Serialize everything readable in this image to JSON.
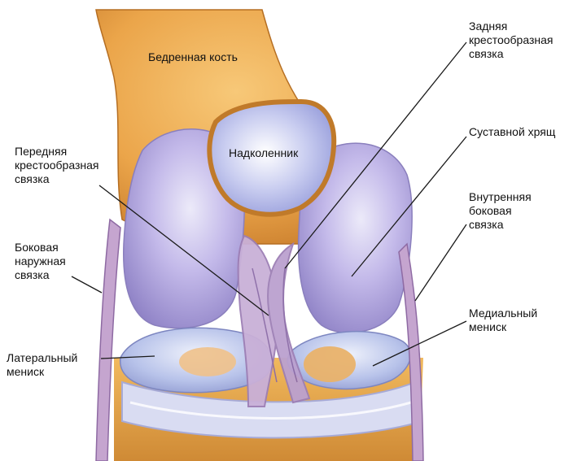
{
  "diagram": {
    "labels": {
      "femur": [
        "Бедренная кость"
      ],
      "patella": [
        "Надколенник"
      ],
      "posterior_cruciate": [
        "Задняя",
        "крестообразная",
        "связка"
      ],
      "articular_cartilage": [
        "Суставной хрящ"
      ],
      "anterior_cruciate": [
        "Передняя",
        "крестообразная",
        "связка"
      ],
      "medial_collateral": [
        "Внутренняя",
        "боковая",
        "связка"
      ],
      "lateral_collateral": [
        "Боковая",
        "наружная",
        "связка"
      ],
      "medial_meniscus": [
        "Медиальный",
        "мениск"
      ],
      "lateral_meniscus": [
        "Латеральный",
        "мениск"
      ]
    }
  },
  "colors": {
    "bone": "#eba54a",
    "bone_dark": "#c67a2a",
    "cartilage": "#b3a6e0",
    "cartilage_light": "#e6e4f7",
    "meniscus": "#aeb9e6",
    "ligament": "#bba6d2",
    "leader_line": "#1a1a1a"
  }
}
